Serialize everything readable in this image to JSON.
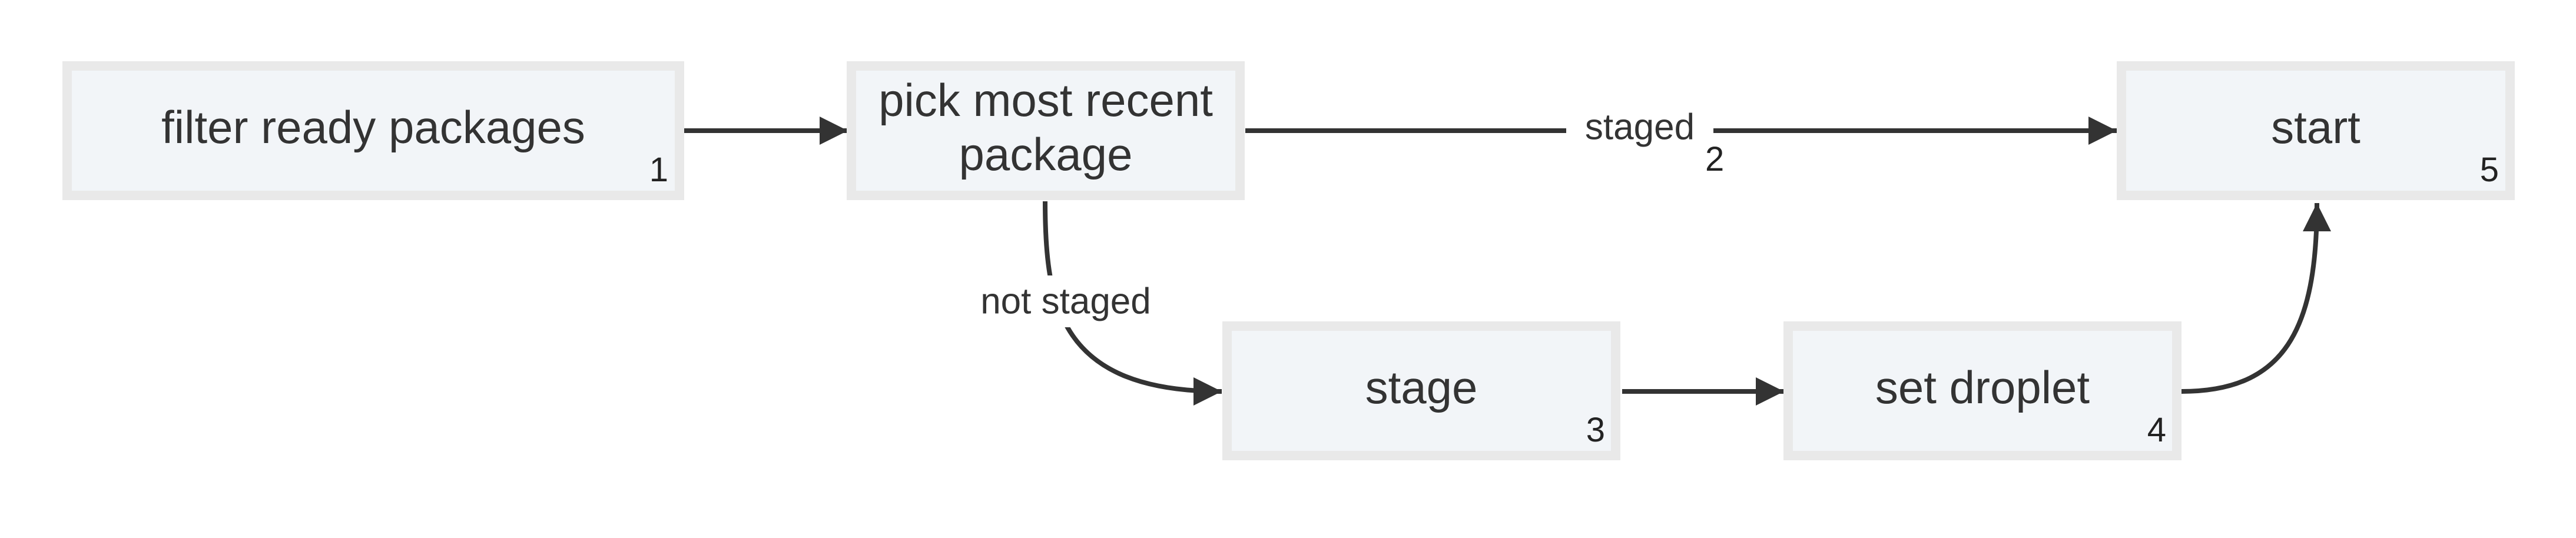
{
  "nodes": {
    "filter": {
      "label": "filter ready packages",
      "number": "1"
    },
    "pick": {
      "label_line1": "pick most recent",
      "label_line2": "package"
    },
    "stage": {
      "label": "stage",
      "number": "3"
    },
    "set_droplet": {
      "label": "set droplet",
      "number": "4"
    },
    "start": {
      "label": "start",
      "number": "5"
    }
  },
  "edges": {
    "staged": {
      "label": "staged",
      "number": "2"
    },
    "not_staged": {
      "label": "not staged"
    }
  },
  "colors": {
    "node_fill": "#f2f5f8",
    "node_border": "#e9e9e9",
    "edge": "#333333",
    "text": "#333333"
  }
}
